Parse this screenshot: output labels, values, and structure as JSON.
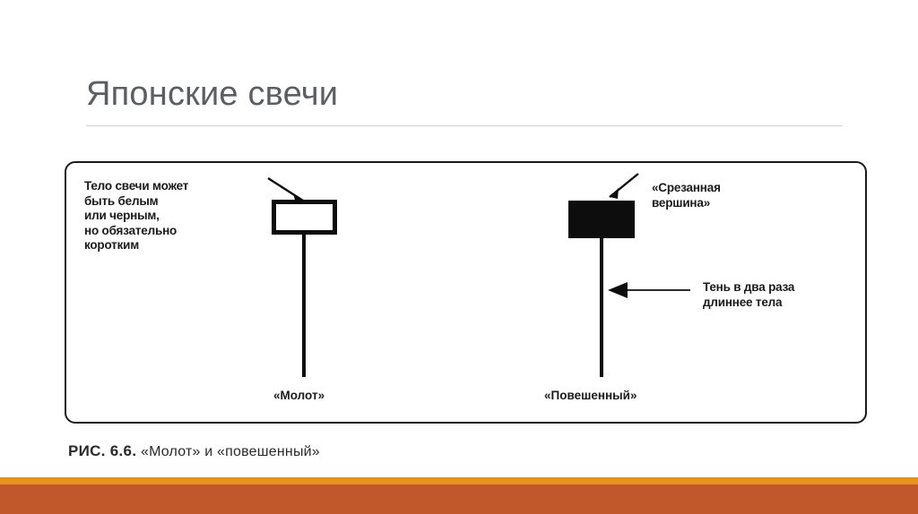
{
  "slide": {
    "title": "Японские свечи"
  },
  "figure": {
    "notes": {
      "body_description": "Тело свечи может\nбыть белым\nили черным,\nно обязательно\nкоротким",
      "cut_top": "«Срезанная\nвершина»",
      "shadow_length": "Тень в два раза\nдлиннее тела"
    },
    "candles": [
      {
        "label": "«Молот»",
        "body_style": "white",
        "annotation": "body-description"
      },
      {
        "label": "«Повешенный»",
        "body_style": "black",
        "annotation": "cut-top"
      }
    ],
    "caption": {
      "number": "РИС. 6.6.",
      "text": " «Молот» и «повешенный»"
    }
  },
  "colors": {
    "title_text": "#5a5f63",
    "divider": "#d0d0d0",
    "panel_border": "#1a1a1a",
    "ink": "#0d0d0d",
    "bar_amber": "#e8921b",
    "bar_terracotta": "#c0582b"
  }
}
